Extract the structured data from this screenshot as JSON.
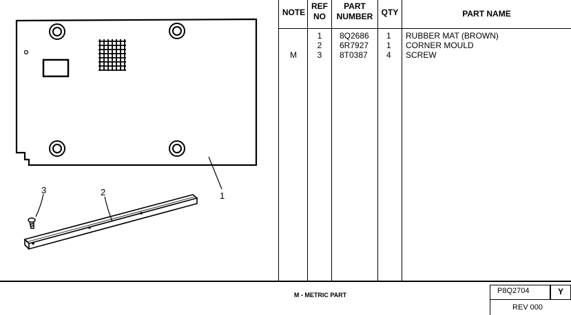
{
  "drawing": {
    "callouts": [
      "1",
      "2",
      "3"
    ]
  },
  "table": {
    "headers": {
      "note": "NOTE",
      "ref_no_line1": "REF",
      "ref_no_line2": "NO",
      "part_number_line1": "PART",
      "part_number_line2": "NUMBER",
      "qty": "QTY",
      "part_name": "PART NAME"
    },
    "rows": [
      {
        "note": "",
        "ref": "1",
        "part": "8Q2686",
        "qty": "1",
        "name": "RUBBER MAT (BROWN)"
      },
      {
        "note": "",
        "ref": "2",
        "part": "6R7927",
        "qty": "1",
        "name": "CORNER MOULD"
      },
      {
        "note": "M",
        "ref": "3",
        "part": "8T0387",
        "qty": "4",
        "name": "SCREW"
      }
    ]
  },
  "footer": {
    "legend": "M - METRIC PART",
    "doc_number": "P8Q2704",
    "page_letter": "Y",
    "revision": "REV 000"
  }
}
